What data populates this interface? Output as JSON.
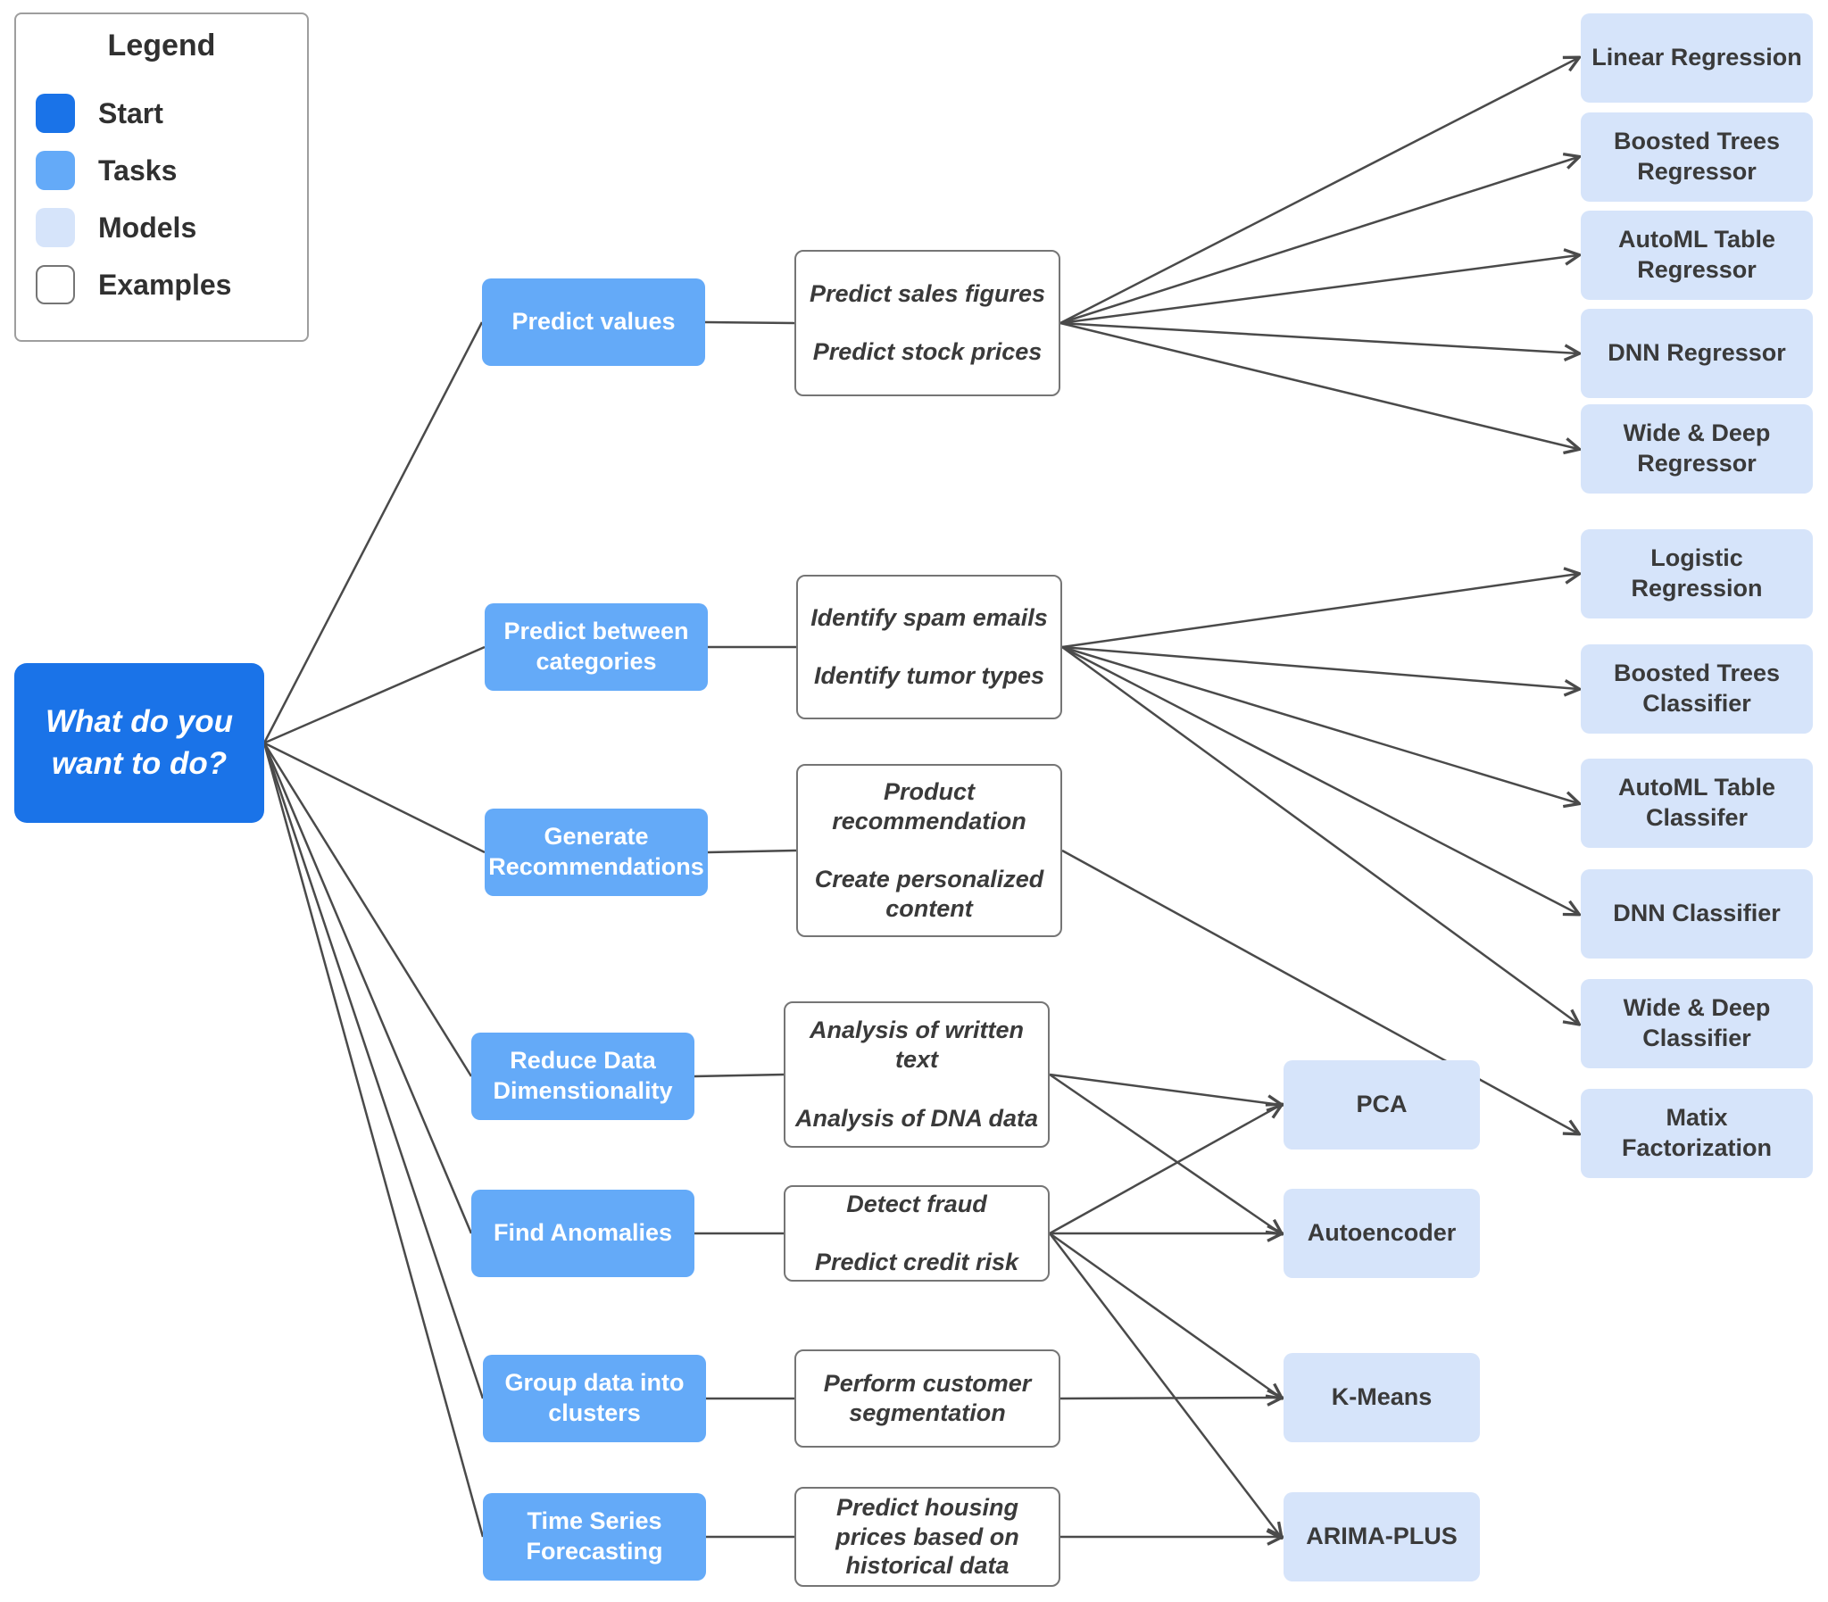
{
  "legend": {
    "title": "Legend",
    "items": [
      {
        "label": "Start",
        "type": "start"
      },
      {
        "label": "Tasks",
        "type": "task"
      },
      {
        "label": "Models",
        "type": "model"
      },
      {
        "label": "Examples",
        "type": "example"
      }
    ]
  },
  "colors": {
    "start": "#1a73e8",
    "task": "#64aaf8",
    "model": "#d6e4fa",
    "example_border": "#757575",
    "edge": "#4a4a4a",
    "text_dark": "#3a3a3a"
  },
  "nodes": [
    {
      "id": "start",
      "type": "start",
      "label": "What do you\nwant to do?"
    },
    {
      "id": "predict-values",
      "type": "task",
      "label": "Predict values"
    },
    {
      "id": "predict-between-categories",
      "type": "task",
      "label": "Predict between categories"
    },
    {
      "id": "generate-recommendations",
      "type": "task",
      "label": "Generate Recommendations"
    },
    {
      "id": "reduce-data-dimenstionality",
      "type": "task",
      "label": "Reduce Data Dimenstionality"
    },
    {
      "id": "find-anomalies",
      "type": "task",
      "label": "Find Anomalies"
    },
    {
      "id": "group-data-into-clusters",
      "type": "task",
      "label": "Group data into clusters"
    },
    {
      "id": "time-series-forecasting",
      "type": "task",
      "label": "Time Series Forecasting"
    },
    {
      "id": "ex-predict-values",
      "type": "example",
      "label": "Predict sales figures\n\nPredict stock prices"
    },
    {
      "id": "ex-classification",
      "type": "example",
      "label": "Identify spam emails\n\nIdentify tumor types"
    },
    {
      "id": "ex-recommendation",
      "type": "example",
      "label": "Product recommendation\n\nCreate personalized content"
    },
    {
      "id": "ex-dimensionality",
      "type": "example",
      "label": "Analysis of written text\n\nAnalysis of DNA data"
    },
    {
      "id": "ex-anomalies",
      "type": "example",
      "label": "Detect fraud\n\nPredict credit risk"
    },
    {
      "id": "ex-clustering",
      "type": "example",
      "label": "Perform customer segmentation"
    },
    {
      "id": "ex-forecasting",
      "type": "example",
      "label": "Predict housing prices based on historical data"
    },
    {
      "id": "linear-regression",
      "type": "model",
      "label": "Linear Regression"
    },
    {
      "id": "boosted-trees-regressor",
      "type": "model",
      "label": "Boosted Trees Regressor"
    },
    {
      "id": "automl-table-regressor",
      "type": "model",
      "label": "AutoML Table Regressor"
    },
    {
      "id": "dnn-regressor",
      "type": "model",
      "label": "DNN Regressor"
    },
    {
      "id": "wide-deep-regressor",
      "type": "model",
      "label": "Wide & Deep Regressor"
    },
    {
      "id": "logistic-regression",
      "type": "model",
      "label": "Logistic Regression"
    },
    {
      "id": "boosted-trees-classifier",
      "type": "model",
      "label": "Boosted Trees Classifier"
    },
    {
      "id": "automl-table-classifer",
      "type": "model",
      "label": "AutoML Table Classifer"
    },
    {
      "id": "dnn-classifier",
      "type": "model",
      "label": "DNN Classifier"
    },
    {
      "id": "wide-deep-classifier",
      "type": "model",
      "label": "Wide & Deep Classifier"
    },
    {
      "id": "matix-factorization",
      "type": "model",
      "label": "Matix Factorization"
    },
    {
      "id": "pca",
      "type": "model",
      "label": "PCA"
    },
    {
      "id": "autoencoder",
      "type": "model",
      "label": "Autoencoder"
    },
    {
      "id": "k-means",
      "type": "model",
      "label": "K-Means"
    },
    {
      "id": "arima-plus",
      "type": "model",
      "label": "ARIMA-PLUS"
    }
  ],
  "edges": [
    {
      "from": "start",
      "to": "predict-values"
    },
    {
      "from": "start",
      "to": "predict-between-categories"
    },
    {
      "from": "start",
      "to": "generate-recommendations"
    },
    {
      "from": "start",
      "to": "reduce-data-dimenstionality"
    },
    {
      "from": "start",
      "to": "find-anomalies"
    },
    {
      "from": "start",
      "to": "group-data-into-clusters"
    },
    {
      "from": "start",
      "to": "time-series-forecasting"
    },
    {
      "from": "predict-values",
      "to": "ex-predict-values"
    },
    {
      "from": "predict-between-categories",
      "to": "ex-classification"
    },
    {
      "from": "generate-recommendations",
      "to": "ex-recommendation"
    },
    {
      "from": "reduce-data-dimenstionality",
      "to": "ex-dimensionality"
    },
    {
      "from": "find-anomalies",
      "to": "ex-anomalies"
    },
    {
      "from": "group-data-into-clusters",
      "to": "ex-clustering"
    },
    {
      "from": "time-series-forecasting",
      "to": "ex-forecasting"
    },
    {
      "from": "ex-predict-values",
      "to": "linear-regression"
    },
    {
      "from": "ex-predict-values",
      "to": "boosted-trees-regressor"
    },
    {
      "from": "ex-predict-values",
      "to": "automl-table-regressor"
    },
    {
      "from": "ex-predict-values",
      "to": "dnn-regressor"
    },
    {
      "from": "ex-predict-values",
      "to": "wide-deep-regressor"
    },
    {
      "from": "ex-classification",
      "to": "logistic-regression"
    },
    {
      "from": "ex-classification",
      "to": "boosted-trees-classifier"
    },
    {
      "from": "ex-classification",
      "to": "automl-table-classifer"
    },
    {
      "from": "ex-classification",
      "to": "dnn-classifier"
    },
    {
      "from": "ex-classification",
      "to": "wide-deep-classifier"
    },
    {
      "from": "ex-recommendation",
      "to": "matix-factorization"
    },
    {
      "from": "ex-dimensionality",
      "to": "pca"
    },
    {
      "from": "ex-dimensionality",
      "to": "autoencoder"
    },
    {
      "from": "ex-anomalies",
      "to": "pca"
    },
    {
      "from": "ex-anomalies",
      "to": "autoencoder"
    },
    {
      "from": "ex-anomalies",
      "to": "k-means"
    },
    {
      "from": "ex-anomalies",
      "to": "arima-plus"
    },
    {
      "from": "ex-clustering",
      "to": "k-means"
    },
    {
      "from": "ex-forecasting",
      "to": "arima-plus"
    }
  ]
}
